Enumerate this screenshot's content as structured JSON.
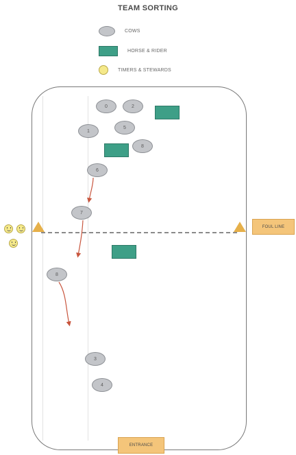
{
  "title": "TEAM SORTING",
  "legend": {
    "cows": "COWS",
    "horse_rider": "HORSE & RIDER",
    "timers": "TIMERS & STEWARDS"
  },
  "cows": [
    {
      "id": "c1",
      "label": "0"
    },
    {
      "id": "c2",
      "label": "2"
    },
    {
      "id": "c3",
      "label": "1"
    },
    {
      "id": "c4",
      "label": "5"
    },
    {
      "id": "c5",
      "label": "8"
    },
    {
      "id": "c6",
      "label": "6"
    },
    {
      "id": "c7",
      "label": "7"
    },
    {
      "id": "c8",
      "label": "8"
    },
    {
      "id": "c9",
      "label": "3"
    },
    {
      "id": "c10",
      "label": "4"
    }
  ],
  "signs": {
    "foul_line": "FOUL LINE",
    "entrance": "ENTRANCE"
  },
  "colors": {
    "cow": "#c3c5c9",
    "horse": "#3e9f87",
    "timer": "#f5e98a",
    "sign": "#f4c57a",
    "arrow": "#c8553d"
  }
}
